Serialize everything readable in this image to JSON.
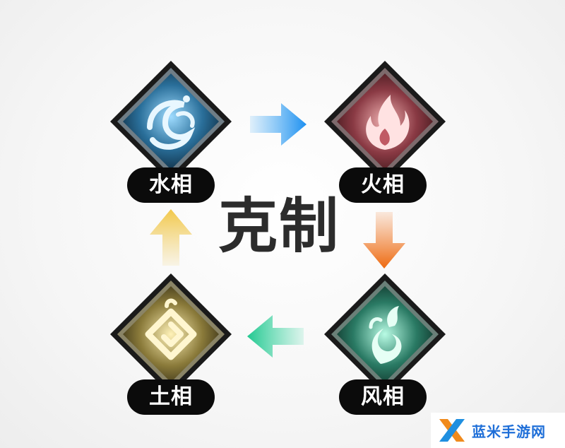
{
  "diagram": {
    "center_text": "克制",
    "nodes": [
      {
        "id": "water",
        "label": "水相",
        "icon": "water-wave-icon",
        "color": "#5ab8e8"
      },
      {
        "id": "fire",
        "label": "火相",
        "icon": "flame-icon",
        "color": "#e06a6a"
      },
      {
        "id": "wind",
        "label": "风相",
        "icon": "wind-swirl-icon",
        "color": "#4fd0a8"
      },
      {
        "id": "earth",
        "label": "土相",
        "icon": "earth-spiral-icon",
        "color": "#e8d27a"
      }
    ],
    "arrows": [
      {
        "from": "水相",
        "to": "火相",
        "color": "#3fa9f5"
      },
      {
        "from": "火相",
        "to": "风相",
        "color": "#f07a2a"
      },
      {
        "from": "风相",
        "to": "土相",
        "color": "#3fd6a4"
      },
      {
        "from": "土相",
        "to": "水相",
        "color": "#f0d070"
      }
    ]
  },
  "watermark": {
    "text": "蓝米手游网"
  }
}
